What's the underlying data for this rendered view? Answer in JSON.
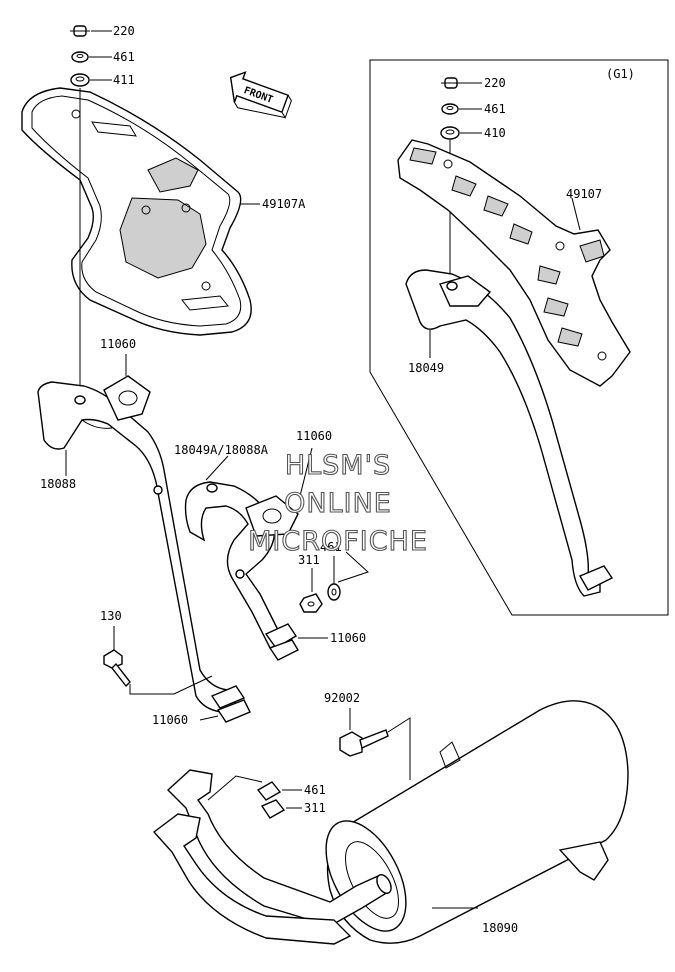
{
  "labels": {
    "p220_top": "220",
    "p461_top": "461",
    "p411": "411",
    "p49107a": "49107A",
    "p11060_a": "11060",
    "p18088": "18088",
    "p18049a": "18049A/18088A",
    "p11060_b": "11060",
    "p461_mid": "461",
    "p311_mid": "311",
    "p130": "130",
    "p11060_c": "11060",
    "p11060_d": "11060",
    "p92002": "92002",
    "p461_low": "461",
    "p311_low": "311",
    "p18090": "18090",
    "g1_tag": "(G1)",
    "g1_220": "220",
    "g1_461": "461",
    "g1_410": "410",
    "g1_49107": "49107",
    "g1_18049": "18049"
  },
  "front_arrow": {
    "label": "FRONT"
  },
  "watermark": {
    "line1": "HLSM'S",
    "line2": "ONLINE",
    "line3": "MICROFICHE"
  }
}
